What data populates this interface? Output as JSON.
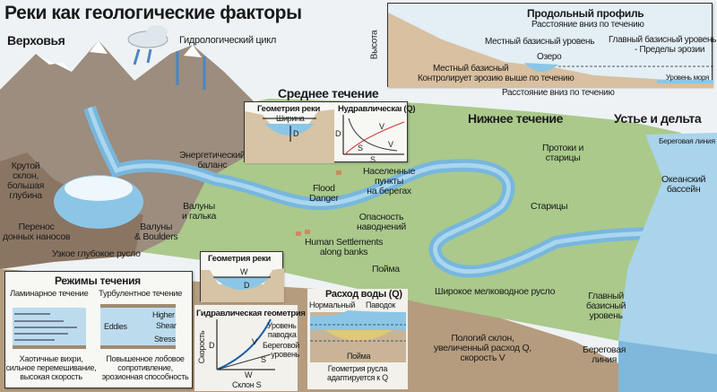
{
  "title": "Реки как геологические факторы",
  "sections": {
    "upper": "Верховья",
    "middle": "Среднее течение",
    "lower": "Нижнее течение",
    "mouth": "Устье и дельта"
  },
  "hydro_cycle": "Гидрологический цикл",
  "profile": {
    "title": "Продольный профиль",
    "subtitle": "Расстояние вниз по течению",
    "y_axis": "Высота",
    "local_base": "Местный базисный уровень",
    "lake": "Озеро",
    "main_base_1": "Главный базисный уровень",
    "main_base_2": "- Пределы эрозии",
    "sea_level": "Уровень моря",
    "local_base_2": "Местный базисный",
    "controls": "Контролирует эрозию выше по течению",
    "x_axis": "Расстояние вниз по течению"
  },
  "labels": {
    "steep_1": "Крутой",
    "steep_2": "склон,",
    "steep_3": "большая",
    "steep_4": "глубина",
    "bedload_1": "Перенос",
    "bedload_2": "донных наносов",
    "boulders_1": "Валуны",
    "boulders_2": "& Boulders",
    "narrow": "Узкое глубокое русло",
    "energy_1": "Энергетический",
    "energy_2": "баланс",
    "gravel_1": "Валуны",
    "gravel_2": "и галька",
    "flood_1": "Flood",
    "flood_2": "Danger",
    "settle_ru_1": "Населенные",
    "settle_ru_2": "пункты",
    "settle_ru_3": "на берегах",
    "flood_ru_1": "Опасность",
    "flood_ru_2": "наводнений",
    "settle_en_1": "Human Settlements",
    "settle_en_2": "along banks",
    "floodplain": "Пойма",
    "channels_1": "Протоки и",
    "channels_2": "старицы",
    "oxbows": "Старицы",
    "ocean_1": "Океанский",
    "ocean_2": "бассейн",
    "shoreline_top": "Береговая линия",
    "wide": "Широкое мелководное русло",
    "base_1": "Главный",
    "base_2": "базисный",
    "base_3": "уровень",
    "gentle_1": "Пологий склон,",
    "gentle_2": "увеличенный расход Q,",
    "gentle_3": "скорость V",
    "shore_1": "Береговая",
    "shore_2": "линия"
  },
  "geom_top": {
    "title": "Геометрия реки",
    "width": "Ширина",
    "depth": "D",
    "hyd_title": "Hудравлическаı (Q)",
    "d": "D",
    "v1": "V",
    "v2": "V",
    "s1": "S",
    "s2": "S"
  },
  "flow": {
    "title": "Режимы течения",
    "laminar": "Ламинарное течение",
    "turbulent": "Турбулентное течение",
    "eddies": "Eddies",
    "higher": "Higher",
    "shear": "Shear",
    "stress": "Stress",
    "lam_desc_1": "Хаотичные вихри,",
    "lam_desc_2": "сильное перемешивание,",
    "lam_desc_3": "высокая скорость",
    "turb_desc_1": "Повышенное лобовое",
    "turb_desc_2": "сопротивление,",
    "turb_desc_3": "эрозионная способность"
  },
  "geom_bottom": {
    "title": "Геометрия реки",
    "w": "W",
    "d": "D"
  },
  "hydraulic": {
    "title": "Гидравлическая геометрия",
    "y_axis": "Скорость",
    "d": "D",
    "v": "V",
    "s": "S",
    "w": "W",
    "x_axis": "Склон S"
  },
  "discharge": {
    "title": "Расход воды (Q)",
    "normal": "Нормальный",
    "flood": "Паводок",
    "flood_level_1": "Уровень",
    "flood_level_2": "паводка",
    "bank_level_1": "Береговой",
    "bank_level_2": "уровень",
    "floodplain": "Пойма",
    "adapt_1": "Геометрия русла",
    "adapt_2": "адаптируется к Q"
  },
  "colors": {
    "water": "#8cc6e6",
    "grass": "#a9c98a",
    "rock": "#9a8a7a",
    "soil": "#b9a083",
    "sky": "#eef2f4",
    "ocean": "#a9d4ec"
  }
}
